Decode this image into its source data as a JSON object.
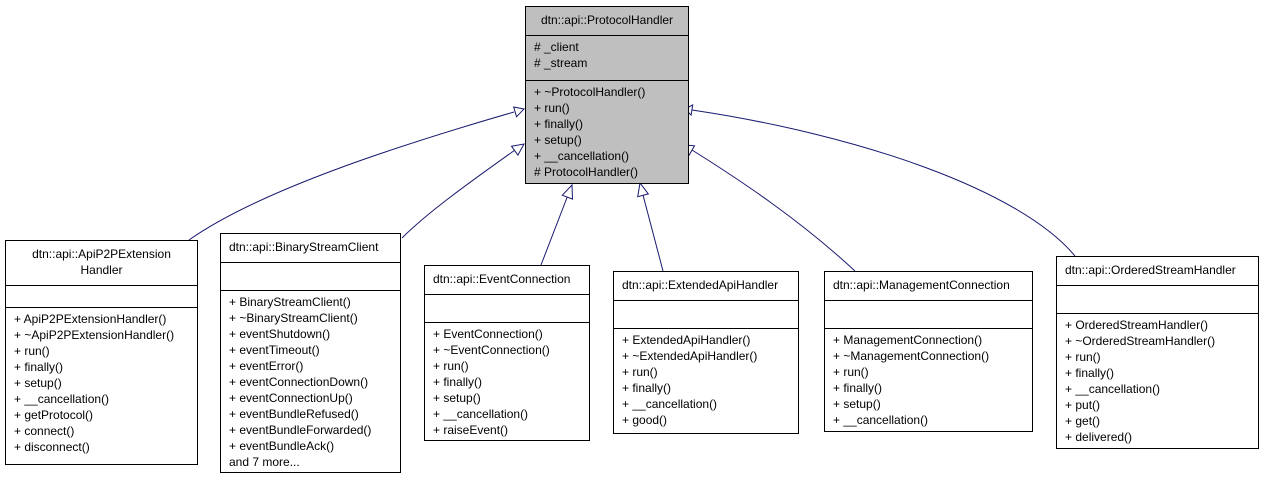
{
  "colors": {
    "edge": "#191970",
    "base_fill": "#bfbfbf",
    "box_border": "#000000",
    "box_fill": "#ffffff"
  },
  "base": {
    "title": "dtn::api::ProtocolHandler",
    "attributes": [
      "# _client",
      "# _stream"
    ],
    "methods": [
      "+ ~ProtocolHandler()",
      "+ run()",
      "+ finally()",
      "+ setup()",
      "+ __cancellation()",
      "# ProtocolHandler()"
    ]
  },
  "derived": [
    {
      "id": "apip2p",
      "title": [
        "dtn::api::ApiP2PExtension",
        "Handler"
      ],
      "methods": [
        "+ ApiP2PExtensionHandler()",
        "+ ~ApiP2PExtensionHandler()",
        "+ run()",
        "+ finally()",
        "+ setup()",
        "+ __cancellation()",
        "+ getProtocol()",
        "+ connect()",
        "+ disconnect()"
      ]
    },
    {
      "id": "binarystream",
      "title": [
        "dtn::api::BinaryStreamClient"
      ],
      "methods": [
        "+ BinaryStreamClient()",
        "+ ~BinaryStreamClient()",
        "+ eventShutdown()",
        "+ eventTimeout()",
        "+ eventError()",
        "+ eventConnectionDown()",
        "+ eventConnectionUp()",
        "+ eventBundleRefused()",
        "+ eventBundleForwarded()",
        "+ eventBundleAck()",
        "and 7 more..."
      ]
    },
    {
      "id": "eventconn",
      "title": [
        "dtn::api::EventConnection"
      ],
      "methods": [
        "+ EventConnection()",
        "+ ~EventConnection()",
        "+ run()",
        "+ finally()",
        "+ setup()",
        "+ __cancellation()",
        "+ raiseEvent()"
      ]
    },
    {
      "id": "extapi",
      "title": [
        "dtn::api::ExtendedApiHandler"
      ],
      "methods": [
        "+ ExtendedApiHandler()",
        "+ ~ExtendedApiHandler()",
        "+ run()",
        "+ finally()",
        "+ __cancellation()",
        "+ good()"
      ]
    },
    {
      "id": "mgmtconn",
      "title": [
        "dtn::api::ManagementConnection"
      ],
      "methods": [
        "+ ManagementConnection()",
        "+ ~ManagementConnection()",
        "+ run()",
        "+ finally()",
        "+ setup()",
        "+ __cancellation()"
      ]
    },
    {
      "id": "orderedstream",
      "title": [
        "dtn::api::OrderedStreamHandler"
      ],
      "methods": [
        "+ OrderedStreamHandler()",
        "+ ~OrderedStreamHandler()",
        "+ run()",
        "+ finally()",
        "+ __cancellation()",
        "+ put()",
        "+ get()",
        "+ delivered()"
      ]
    }
  ]
}
